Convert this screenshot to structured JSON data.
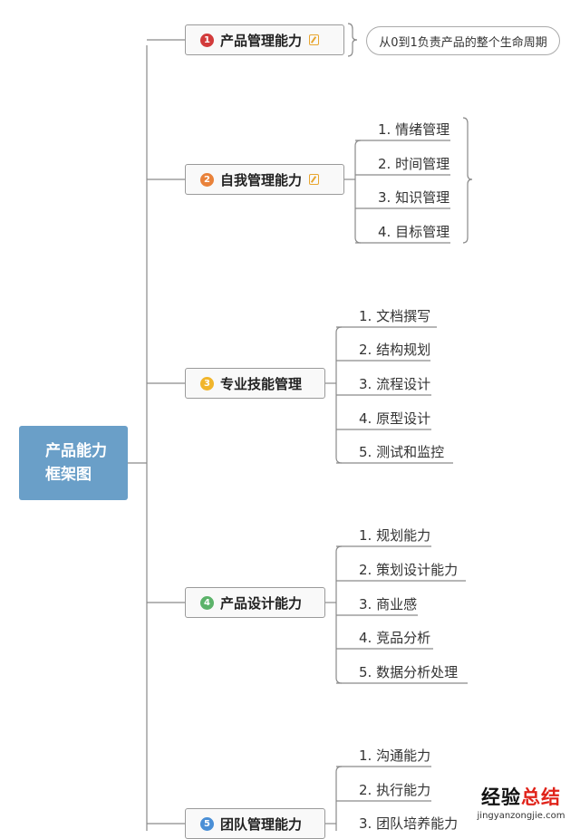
{
  "root": {
    "label": "产品能力\n框架图"
  },
  "colors": {
    "root_fill": "#6a9fc8",
    "line": "#8a8a8a",
    "branch_numbers": [
      "#d23b3b",
      "#e9823a",
      "#f1b52b",
      "#5cb36a",
      "#4a8fd6"
    ]
  },
  "branches": [
    {
      "number": "1",
      "label": "产品管理能力",
      "icon": "note-icon",
      "note": "从0到1负责产品的整个生命周期",
      "children": []
    },
    {
      "number": "2",
      "label": "自我管理能力",
      "icon": "note-icon",
      "children": [
        "1. 情绪管理",
        "2. 时间管理",
        "3. 知识管理",
        "4. 目标管理"
      ]
    },
    {
      "number": "3",
      "label": "专业技能管理",
      "children": [
        "1. 文档撰写",
        "2. 结构规划",
        "3. 流程设计",
        "4. 原型设计",
        "5. 测试和监控"
      ]
    },
    {
      "number": "4",
      "label": "产品设计能力",
      "children": [
        "1. 规划能力",
        "2. 策划设计能力",
        "3. 商业感",
        "4. 竞品分析",
        "5. 数据分析处理"
      ]
    },
    {
      "number": "5",
      "label": "团队管理能力",
      "children": [
        "1. 沟通能力",
        "2. 执行能力",
        "3. 团队培养能力"
      ]
    }
  ],
  "watermark": {
    "main_black": "经验",
    "main_red": "总结",
    "sub": "jingyanzongjie.com"
  }
}
